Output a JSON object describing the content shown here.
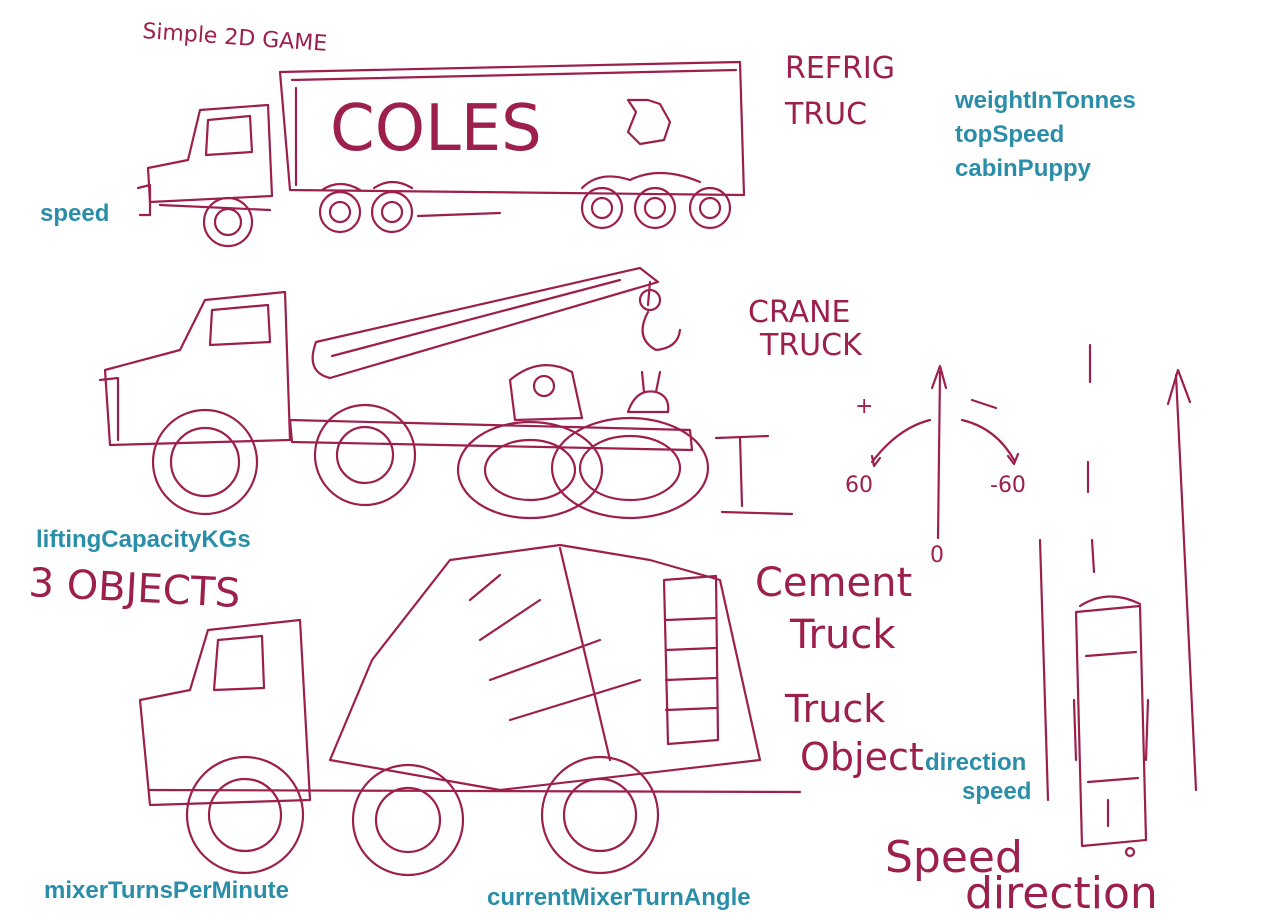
{
  "colors": {
    "ink": "#9c1f4c",
    "label": "#2a8ea8",
    "background": "#ffffff"
  },
  "handwriting": {
    "title": "Simple 2D GAME",
    "coles": "COLES",
    "refrig_line1": "REFRIG",
    "refrig_line2": "TRUC",
    "crane_line1": "CRANE",
    "crane_line2": "TRUCK",
    "three_objects": "3 OBJECTS",
    "cement_line1": "Cement",
    "cement_line2": "Truck",
    "truck_object_line1": "Truck",
    "truck_object_line2": "Object",
    "plus": "+",
    "angle_left": "60",
    "angle_right": "-60",
    "zero": "0",
    "speed_direction_line1": "Speed",
    "speed_direction_line2": "direction"
  },
  "labels": {
    "weight": "weightInTonnes",
    "top_speed": "topSpeed",
    "cabin_puppy": "cabinPuppy",
    "speed_refrig": "speed",
    "lifting": "liftingCapacityKGs",
    "direction": "direction",
    "speed_topdown": "speed",
    "mixer_turns": "mixerTurnsPerMinute",
    "mixer_angle": "currentMixerTurnAngle"
  }
}
